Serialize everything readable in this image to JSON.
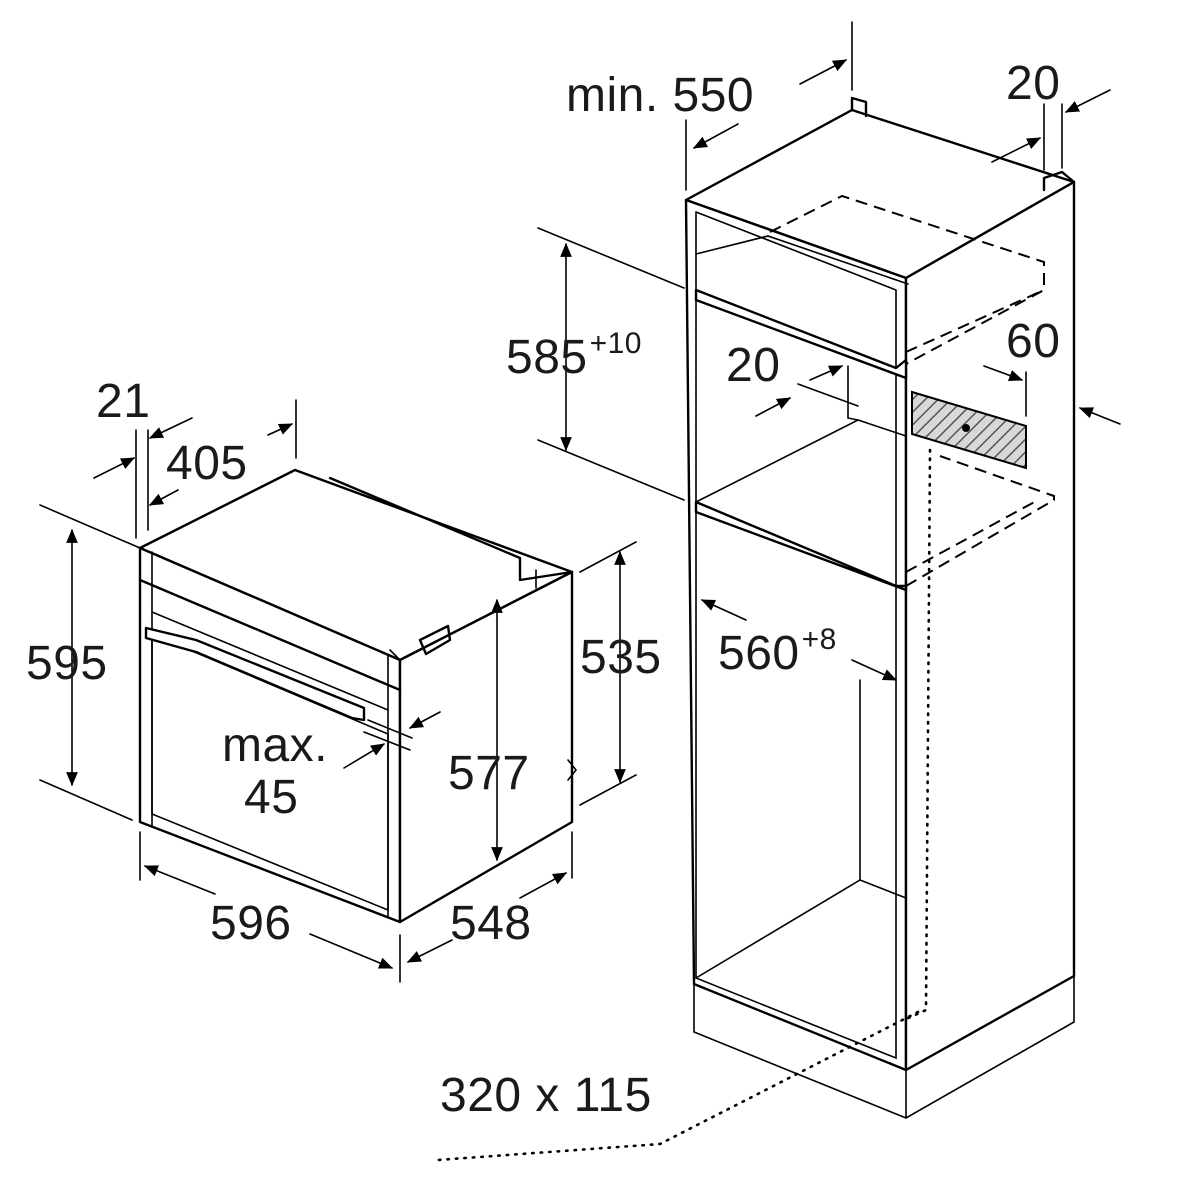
{
  "oven": {
    "height": "595",
    "depth_body": "405",
    "front_thickness": "21",
    "width": "596",
    "depth_total": "548",
    "body_height": "577",
    "side_height": "535",
    "handle_label_line1": "max.",
    "handle_label_line2": "45"
  },
  "cabinet": {
    "min_depth": "min. 550",
    "back_gap": "20",
    "niche_height": "585",
    "niche_height_tol": "+10",
    "front_gap": "20",
    "vent_depth": "60",
    "niche_width": "560",
    "niche_width_tol": "+8",
    "vent_opening": "320 x 115"
  }
}
